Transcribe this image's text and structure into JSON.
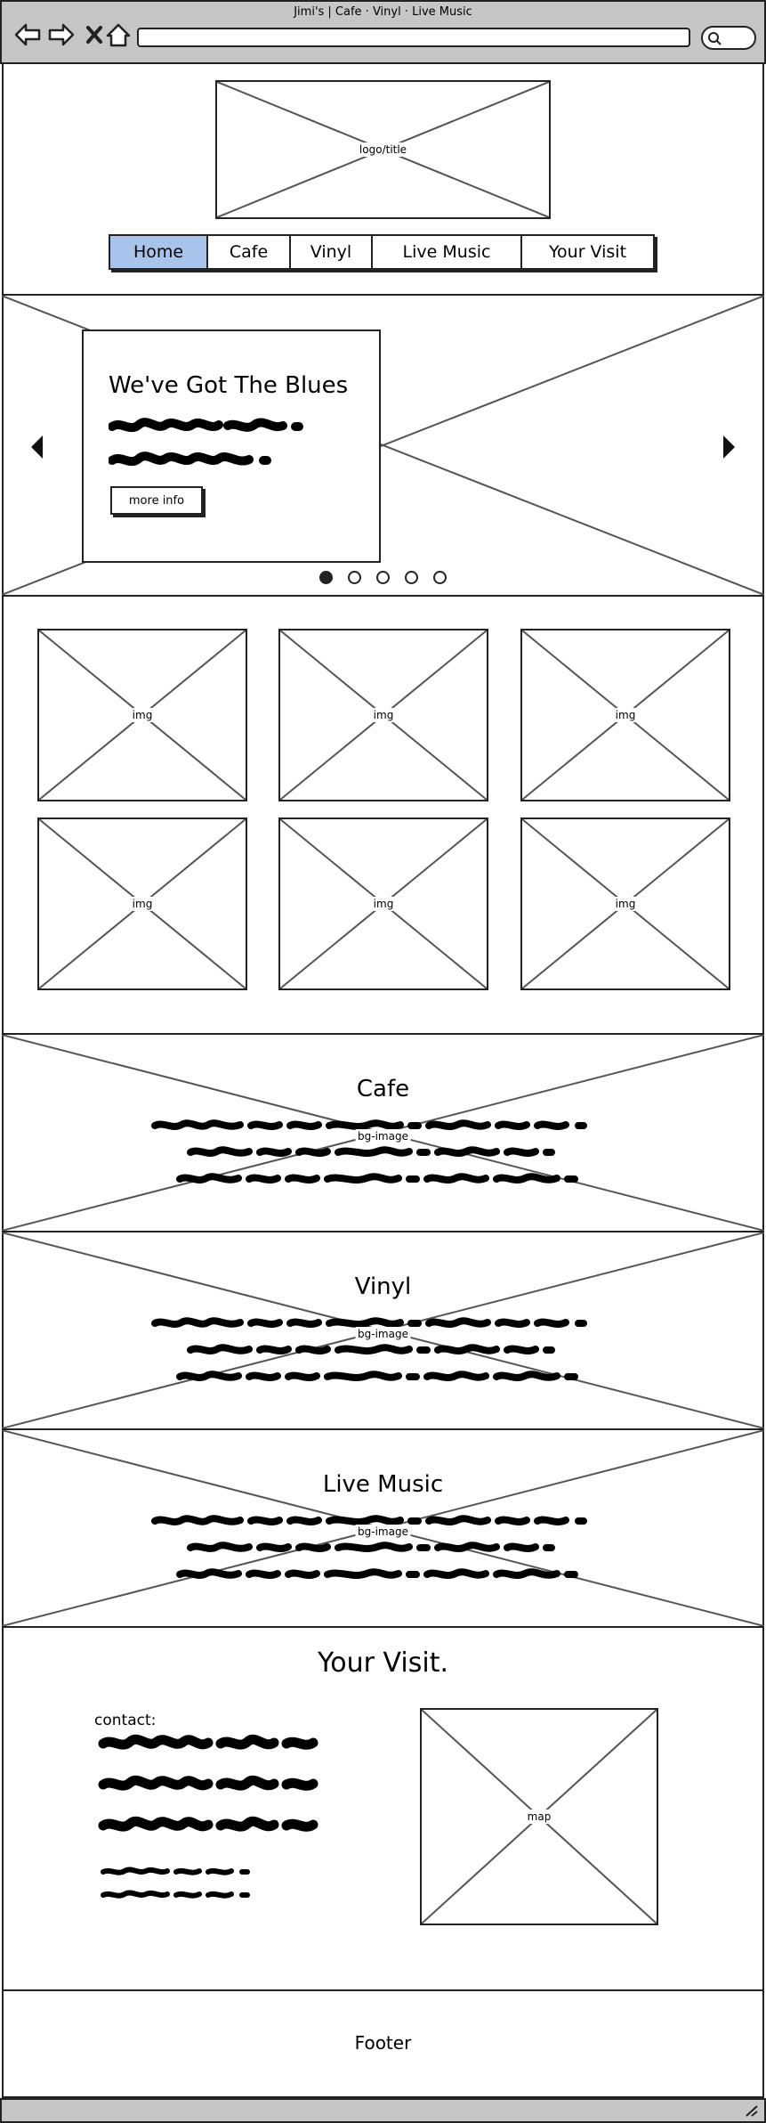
{
  "browser": {
    "title": "Jimi's | Cafe · Vinyl · Live Music"
  },
  "header": {
    "logo_label": "logo/title"
  },
  "nav": {
    "items": [
      {
        "label": "Home",
        "active": true
      },
      {
        "label": "Cafe",
        "active": false
      },
      {
        "label": "Vinyl",
        "active": false
      },
      {
        "label": "Live Music",
        "active": false
      },
      {
        "label": "Your Visit",
        "active": false
      }
    ]
  },
  "hero": {
    "title": "We've Got The Blues",
    "button_label": "more info",
    "slide_count": 5,
    "active_slide": 1
  },
  "gallery": {
    "image_label": "img",
    "items": [
      "img",
      "img",
      "img",
      "img",
      "img",
      "img"
    ]
  },
  "sections": [
    {
      "title": "Cafe",
      "bg_label": "bg-image"
    },
    {
      "title": "Vinyl",
      "bg_label": "bg-image"
    },
    {
      "title": "Live Music",
      "bg_label": "bg-image"
    }
  ],
  "visit": {
    "title": "Your Visit.",
    "contact_label": "contact:",
    "map_label": "map"
  },
  "footer": {
    "label": "Footer"
  },
  "colors": {
    "chrome": "#c6c6c6",
    "stroke": "#222222",
    "active_nav": "#a9c4eb",
    "placeholder_line": "#555555"
  }
}
